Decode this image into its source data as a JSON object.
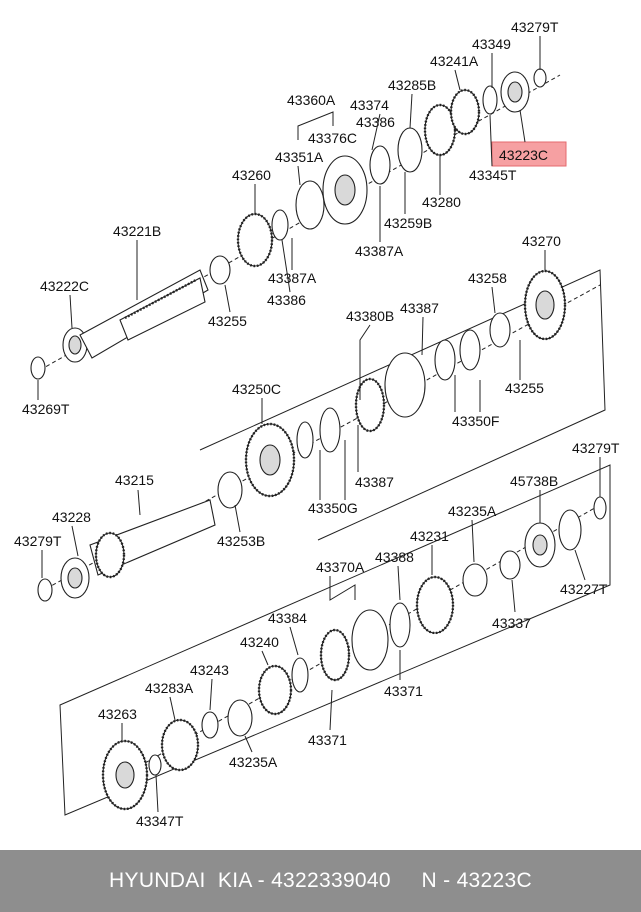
{
  "labels": [
    "43279T",
    "43349",
    "43241A",
    "43285B",
    "43360A",
    "43374",
    "43386",
    "43376C",
    "43223C",
    "43351A",
    "43345T",
    "43260",
    "43280",
    "43259B",
    "43221B",
    "43387A",
    "43270",
    "43387A",
    "43386",
    "43222C",
    "43258",
    "43255",
    "43380B",
    "43387",
    "43269T",
    "43255",
    "43250C",
    "43350F",
    "43387",
    "43215",
    "43279T",
    "43350G",
    "45738B",
    "43228",
    "43253B",
    "43235A",
    "43279T",
    "43231",
    "43370A",
    "43388",
    "43227T",
    "43384",
    "43337",
    "43240",
    "43243",
    "43371",
    "43283A",
    "43263",
    "43235A",
    "43371",
    "43347T"
  ],
  "highlighted_label": "43223C",
  "colors": {
    "highlight": "#f6a0a2",
    "footer": "#8e8e8e"
  },
  "footer": {
    "text": "HYUNDAI  KIA - 4322339040     N - 43223C"
  }
}
